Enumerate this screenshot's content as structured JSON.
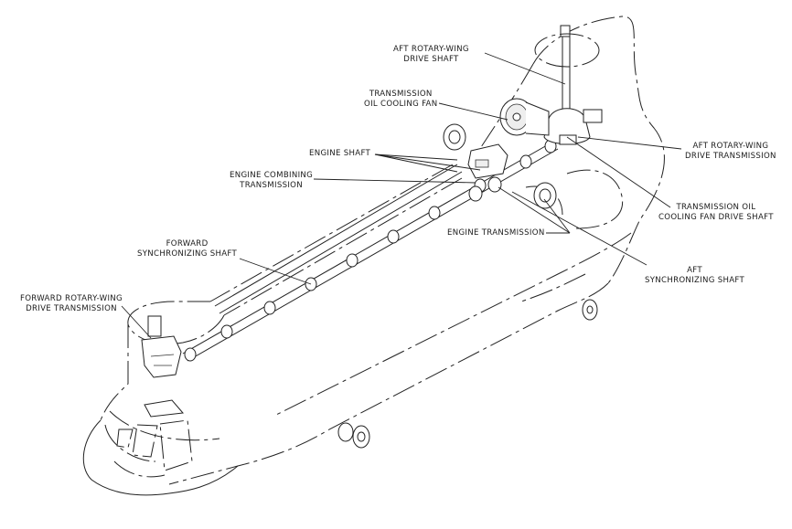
{
  "diagram": {
    "subject": "Tandem-rotor helicopter drive system (cutaway line drawing)",
    "ink_color": "#222222",
    "background_color": "#ffffff",
    "labels": [
      {
        "id": "aft-rotary-wing-drive-shaft",
        "lines": [
          "AFT ROTARY-WING",
          "DRIVE SHAFT"
        ]
      },
      {
        "id": "transmission-oil-cooling-fan",
        "lines": [
          "TRANSMISSION",
          "OIL COOLING FAN"
        ]
      },
      {
        "id": "engine-shaft",
        "lines": [
          "ENGINE SHAFT"
        ]
      },
      {
        "id": "engine-combining-transmission",
        "lines": [
          "ENGINE COMBINING",
          "TRANSMISSION"
        ]
      },
      {
        "id": "aft-rotary-wing-drive-transmission",
        "lines": [
          "AFT ROTARY-WING",
          "DRIVE TRANSMISSION"
        ]
      },
      {
        "id": "transmission-oil-cooling-fan-drive-shaft",
        "lines": [
          "TRANSMISSION OIL",
          "COOLING FAN DRIVE SHAFT"
        ]
      },
      {
        "id": "engine-transmission",
        "lines": [
          "ENGINE TRANSMISSION"
        ]
      },
      {
        "id": "aft-synchronizing-shaft",
        "lines": [
          "AFT",
          "SYNCHRONIZING SHAFT"
        ]
      },
      {
        "id": "forward-synchronizing-shaft",
        "lines": [
          "FORWARD",
          "SYNCHRONIZING SHAFT"
        ]
      },
      {
        "id": "forward-rotary-wing-drive-transmission",
        "lines": [
          "FORWARD ROTARY-WING",
          "DRIVE TRANSMISSION"
        ]
      }
    ]
  }
}
